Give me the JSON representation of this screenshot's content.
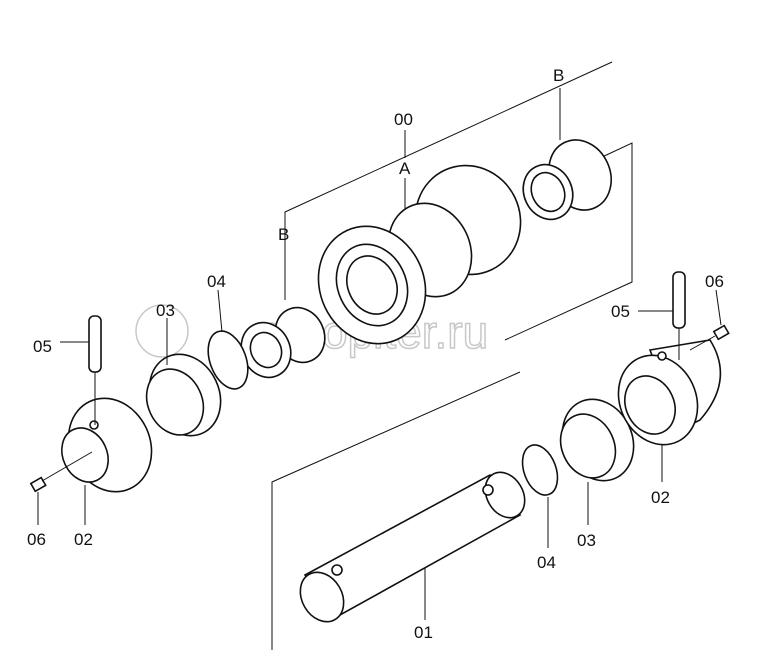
{
  "watermark": {
    "logo": "a",
    "text": "autopiter.ru"
  },
  "labels": {
    "assembly": "00",
    "roller_shell": "A",
    "bushing_top": "B",
    "bushing_left": "B",
    "shaft": "01",
    "collar_left": "02",
    "collar_right": "02",
    "seal_left": "03",
    "seal_right": "03",
    "oring_left": "04",
    "oring_right": "04",
    "pin_left": "05",
    "pin_right": "05",
    "plug_left": "06",
    "plug_right": "06"
  }
}
